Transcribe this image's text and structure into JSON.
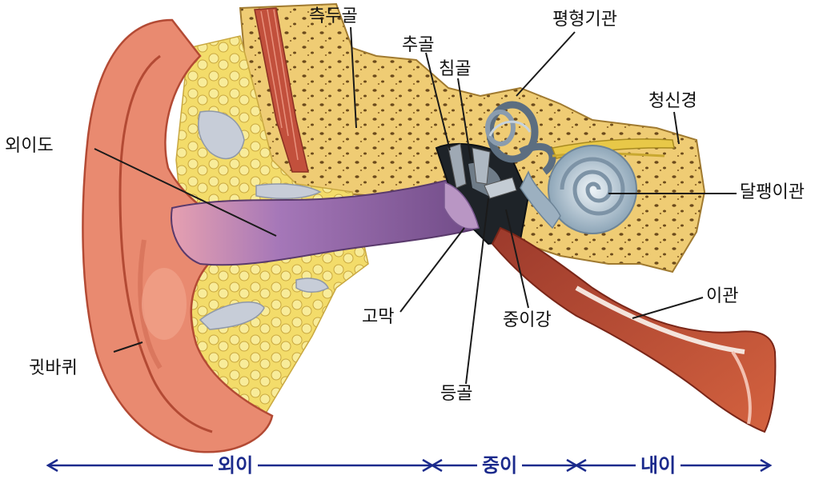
{
  "labels": {
    "temporal_bone": "측두골",
    "malleus": "추골",
    "incus": "침골",
    "vestibular_organ": "평형기관",
    "auditory_nerve": "청신경",
    "ear_canal": "외이도",
    "cochlea": "달팽이관",
    "eustachian_tube": "이관",
    "eardrum": "고막",
    "middle_ear_cavity": "중이강",
    "stapes": "등골",
    "pinna": "귓바퀴"
  },
  "sections": {
    "outer": "외이",
    "middle": "중이",
    "inner": "내이"
  },
  "colors": {
    "skin": "#e9876e",
    "skin_dark": "#c9543f",
    "bone": "#f0cf78",
    "fat": "#f5e27a",
    "canal": "#9a6aa8",
    "inner_ear": "#a9bccb",
    "tube": "#c24a36",
    "arrow": "#1b2a8c"
  }
}
